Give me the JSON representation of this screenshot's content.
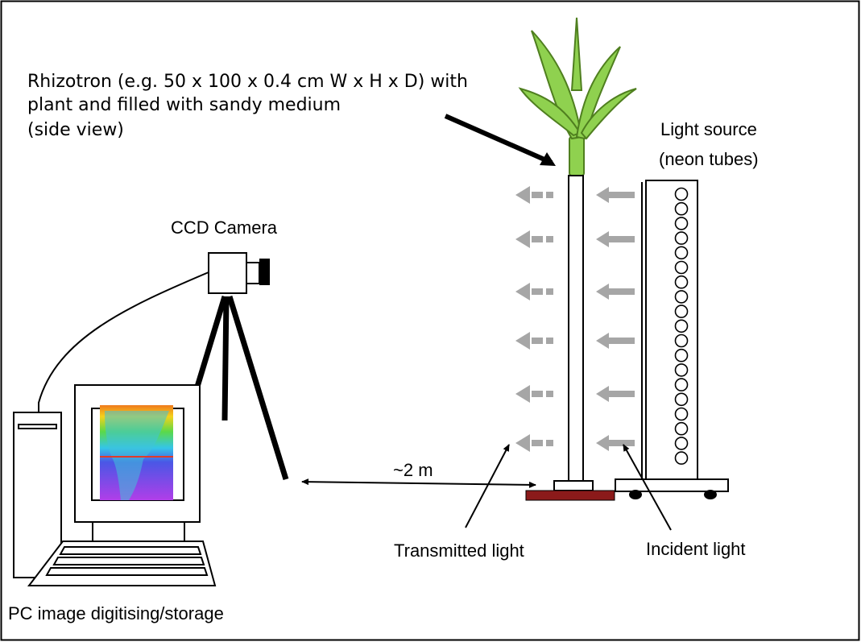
{
  "labels": {
    "rhizotron": [
      "Rhizotron (e.g. 50 x 100 x 0.4 cm  W x H x D) with",
      "plant and filled with sandy medium",
      "(side view)"
    ],
    "light_source": [
      "Light source",
      "(neon tubes)"
    ],
    "ccd_camera": "CCD Camera",
    "distance": "~2 m",
    "transmitted_light": "Transmitted light",
    "incident_light": "Incident light",
    "pc": "PC image digitising/storage"
  },
  "colors": {
    "arrow_gray": "#a6a6a6",
    "plant_green": "#8fd14f",
    "plant_dark": "#4f7f1f",
    "base_red": "#8b1a1a"
  },
  "icons": [
    "plant-icon",
    "camera-icon",
    "tripod-icon",
    "computer-icon",
    "neon-tube-icon",
    "light-arrow-icon"
  ]
}
